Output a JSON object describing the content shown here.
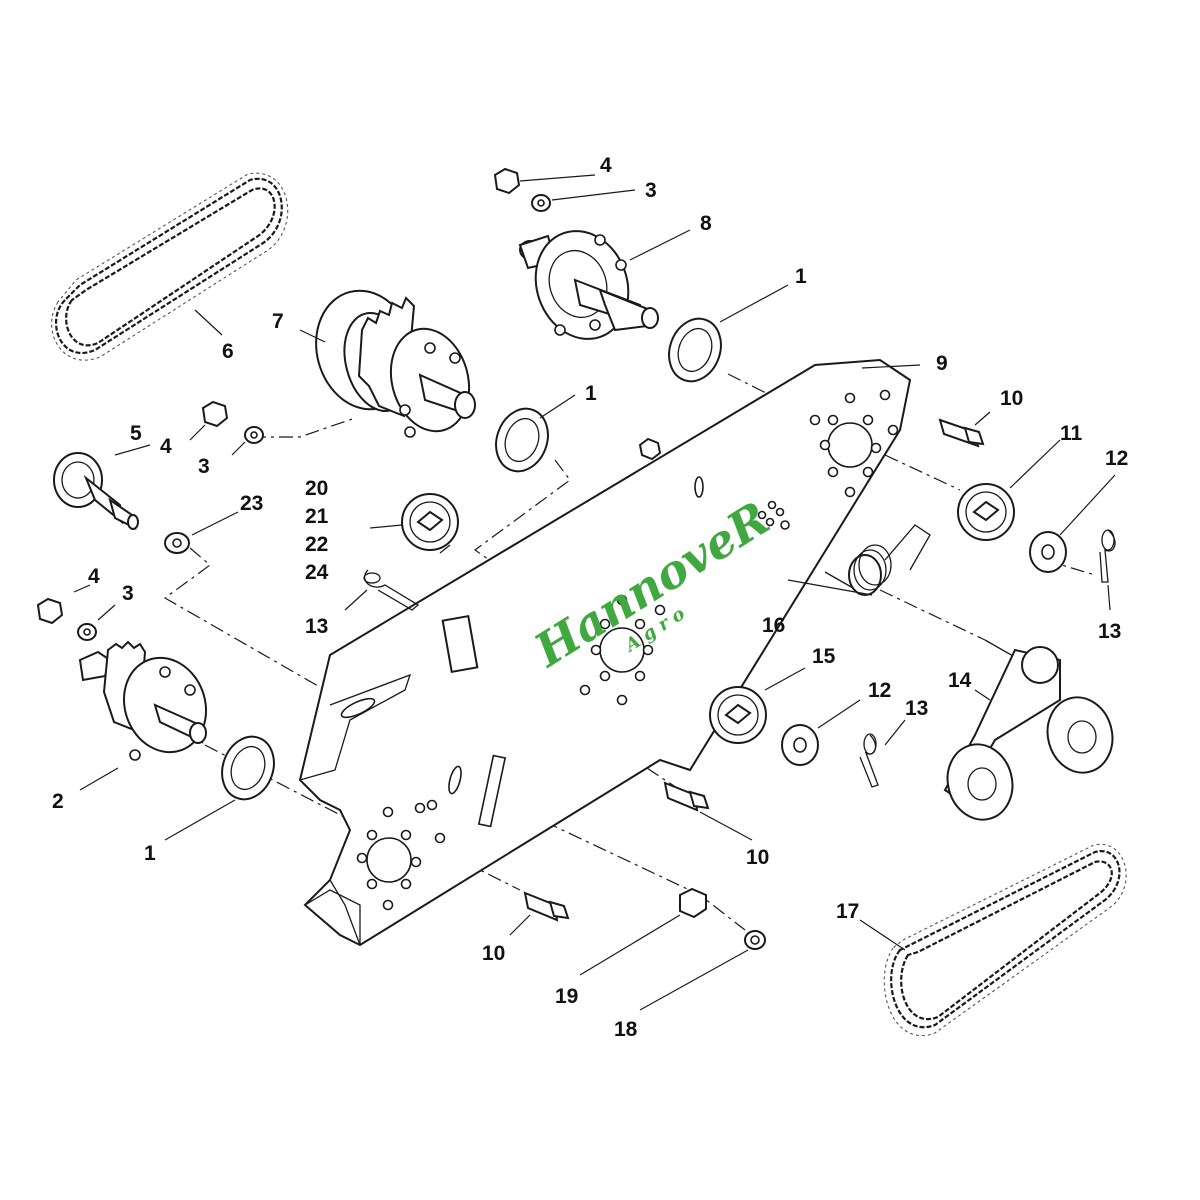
{
  "diagram": {
    "callouts": {
      "c1a": "1",
      "c1b": "1",
      "c1c": "1",
      "c2": "2",
      "c3a": "3",
      "c3b": "3",
      "c3c": "3",
      "c4a": "4",
      "c4b": "4",
      "c4c": "4",
      "c5": "5",
      "c6": "6",
      "c7": "7",
      "c8": "8",
      "c9": "9",
      "c10a": "10",
      "c10b": "10",
      "c10c": "10",
      "c11": "11",
      "c12a": "12",
      "c12b": "12",
      "c13a": "13",
      "c13b": "13",
      "c13c": "13",
      "c14": "14",
      "c15": "15",
      "c16": "16",
      "c17": "17",
      "c18": "18",
      "c19": "19",
      "c20": "20",
      "c21": "21",
      "c22": "22",
      "c23": "23",
      "c24": "24"
    },
    "watermark": {
      "brand": "HannoveR",
      "sub": "Agro"
    },
    "colors": {
      "line": "#1a1a1a",
      "watermark": "#3fa83f"
    }
  }
}
